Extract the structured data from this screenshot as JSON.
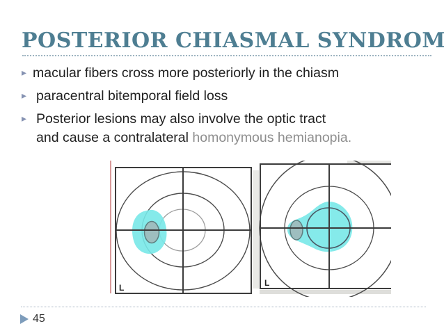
{
  "slide": {
    "title": "POSTERIOR CHIASMAL SYNDROME",
    "bullets": [
      {
        "text": "macular fibers cross more posteriorly in the chiasm"
      },
      {
        "text": "paracentral bitemporal field loss"
      },
      {
        "line1": "Posterior lesions may also involve the optic tract",
        "line2_black": "and cause a contralateral ",
        "line2_gray": "homonymous hemianopia."
      }
    ],
    "page_number": "45"
  },
  "icons": {
    "bullet_marker": "▸"
  },
  "figure": {
    "left_field": {
      "eye_label": "L"
    },
    "right_field": {
      "eye_label": "L"
    }
  },
  "colors": {
    "title_teal": "#4e7e92",
    "bullet_marker_blue": "#8592b2",
    "muted_gray_text": "#8e8e8e",
    "page_triangle_blue": "#7d9cbb",
    "scotoma_cyan": "#78e8e8",
    "blind_spot_gray": "#9fbcbd",
    "pink_edge_line": "#d99a9a",
    "chart_line_dark": "#3c3c3c"
  }
}
